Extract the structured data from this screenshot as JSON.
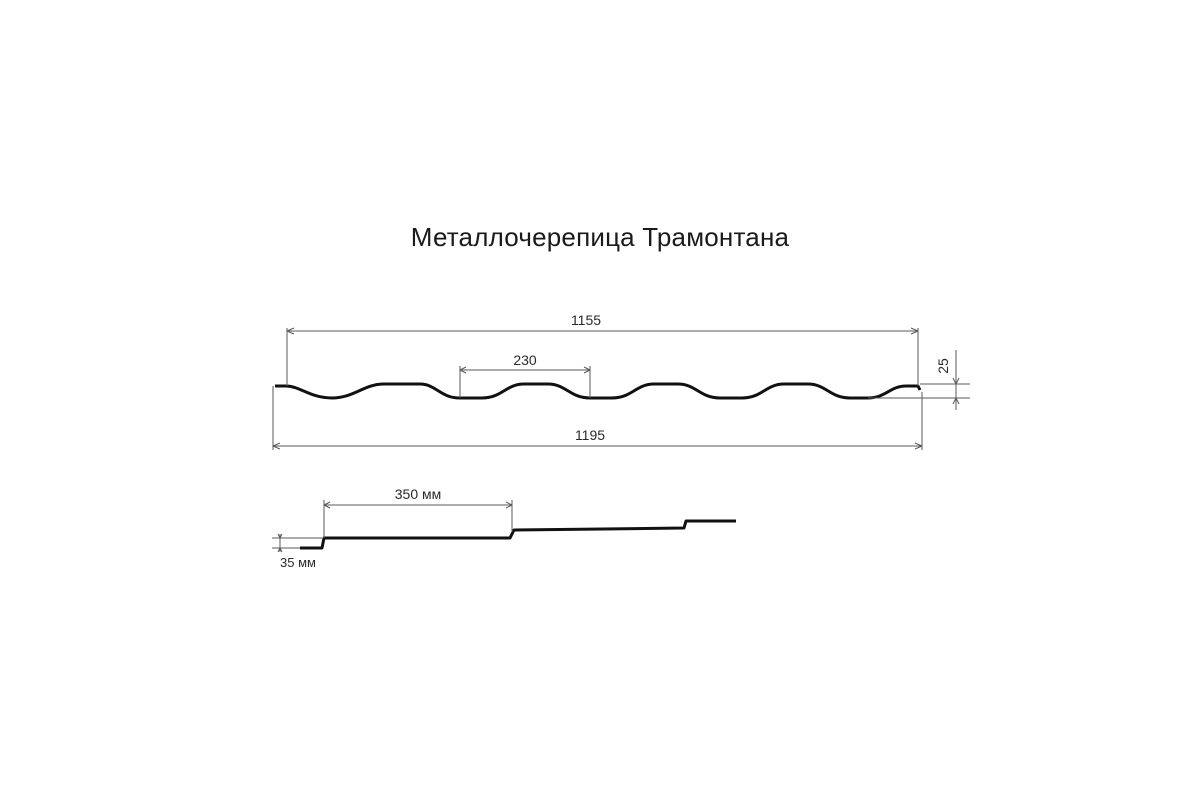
{
  "title": "Металлочерепица Трамонтана",
  "dimensions": {
    "overall_width_label": "1155",
    "wave_pitch_label": "230",
    "full_width_label": "1195",
    "profile_height_label": "25",
    "step_length_label": "350 мм",
    "step_height_label": "35 мм"
  }
}
